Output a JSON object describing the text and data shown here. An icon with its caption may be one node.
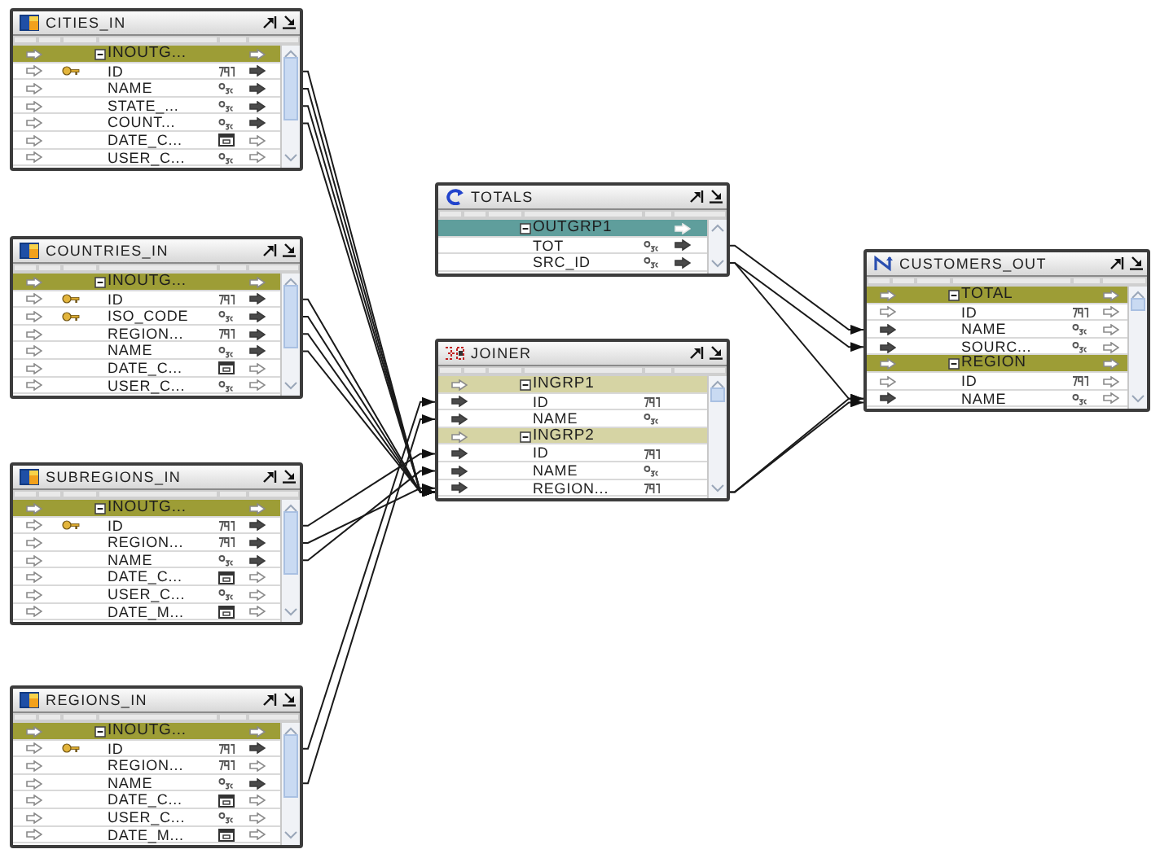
{
  "diagram": {
    "nodes": [
      {
        "text": [
          "CITIES_IN"
        ]
      },
      {
        "text": [
          "INOUTG..."
        ],
        "in": 0
      },
      {
        "text": [
          "ID"
        ],
        "in": 0
      },
      {
        "text": [
          "NAME"
        ],
        "in": 0
      },
      {
        "text": [
          "STATE_..."
        ],
        "in": 0
      },
      {
        "text": [
          "COUNT..."
        ],
        "in": 0
      },
      {
        "text": [
          "DATE_C..."
        ],
        "in": 0
      },
      {
        "text": [
          "USER_C..."
        ],
        "in": 0
      },
      {
        "text": [
          "COUNTRIES_IN"
        ]
      },
      {
        "text": [
          "INOUTG..."
        ],
        "in": 8
      },
      {
        "text": [
          "ID"
        ],
        "in": 8
      },
      {
        "text": [
          "ISO_CODE"
        ],
        "in": 8
      },
      {
        "text": [
          "REGION..."
        ],
        "in": 8
      },
      {
        "text": [
          "NAME"
        ],
        "in": 8
      },
      {
        "text": [
          "DATE_C..."
        ],
        "in": 8
      },
      {
        "text": [
          "USER_C..."
        ],
        "in": 8
      },
      {
        "text": [
          "SUBREGIONS_IN"
        ]
      },
      {
        "text": [
          "INOUTG..."
        ],
        "in": 16
      },
      {
        "text": [
          "ID"
        ],
        "in": 16
      },
      {
        "text": [
          "REGION..."
        ],
        "in": 16
      },
      {
        "text": [
          "NAME"
        ],
        "in": 16
      },
      {
        "text": [
          "DATE_C..."
        ],
        "in": 16
      },
      {
        "text": [
          "USER_C..."
        ],
        "in": 16
      },
      {
        "text": [
          "DATE_M..."
        ],
        "in": 16
      },
      {
        "text": [
          "REGIONS_IN"
        ]
      },
      {
        "text": [
          "INOUTG..."
        ],
        "in": 24
      },
      {
        "text": [
          "ID"
        ],
        "in": 24
      },
      {
        "text": [
          "REGION..."
        ],
        "in": 24
      },
      {
        "text": [
          "NAME"
        ],
        "in": 24
      },
      {
        "text": [
          "DATE_C..."
        ],
        "in": 24
      },
      {
        "text": [
          "USER_C..."
        ],
        "in": 24
      },
      {
        "text": [
          "DATE_M..."
        ],
        "in": 24
      },
      {
        "text": [
          "TOTALS"
        ]
      },
      {
        "text": [
          "OUTGRP1"
        ],
        "in": 32
      },
      {
        "text": [
          "TOT"
        ],
        "in": 32
      },
      {
        "text": [
          "SRC_ID"
        ],
        "in": 32
      },
      {
        "text": [
          "JOINER"
        ]
      },
      {
        "text": [
          "INGRP1"
        ],
        "in": 36
      },
      {
        "text": [
          "ID"
        ],
        "in": 36
      },
      {
        "text": [
          "NAME"
        ],
        "in": 36
      },
      {
        "text": [
          "INGRP2"
        ],
        "in": 36
      },
      {
        "text": [
          "ID"
        ],
        "in": 36
      },
      {
        "text": [
          "NAME"
        ],
        "in": 36
      },
      {
        "text": [
          "REGION..."
        ],
        "in": 36
      },
      {
        "text": [
          "CUSTOMERS_OUT"
        ]
      },
      {
        "text": [
          "TOTAL"
        ],
        "in": 44
      },
      {
        "text": [
          "ID"
        ],
        "in": 44
      },
      {
        "text": [
          "NAME"
        ],
        "in": 44
      },
      {
        "text": [
          "SOURC..."
        ],
        "in": 44
      },
      {
        "text": [
          "REGION"
        ],
        "in": 44
      },
      {
        "text": [
          "ID"
        ],
        "in": 44
      },
      {
        "text": [
          "NAME"
        ],
        "in": 44
      }
    ],
    "edges": [
      {
        "from": 2,
        "to": 36,
        "arrow": "to"
      },
      {
        "from": 3,
        "to": 36,
        "arrow": "to"
      },
      {
        "from": 4,
        "to": 36,
        "arrow": "to"
      },
      {
        "from": 5,
        "to": 36,
        "arrow": "to"
      },
      {
        "from": 10,
        "to": 36,
        "arrow": "to"
      },
      {
        "from": 11,
        "to": 36,
        "arrow": "to"
      },
      {
        "from": 12,
        "to": 36,
        "arrow": "to"
      },
      {
        "from": 13,
        "to": 36,
        "arrow": "to"
      },
      {
        "from": 18,
        "to": 41,
        "arrow": "to"
      },
      {
        "from": 19,
        "to": 43,
        "arrow": "to"
      },
      {
        "from": 20,
        "to": 42,
        "arrow": "to"
      },
      {
        "from": 26,
        "to": 38,
        "arrow": "to"
      },
      {
        "from": 28,
        "to": 39,
        "arrow": "to"
      },
      {
        "from": 34,
        "to": 47,
        "arrow": "to"
      },
      {
        "from": 35,
        "to": 48,
        "arrow": "to"
      },
      {
        "from": 35,
        "to": 51,
        "arrow": "to"
      },
      {
        "from": 36,
        "to": 51,
        "arrow": "to"
      },
      {
        "from": 36,
        "to": 44,
        "arrow": "to"
      }
    ]
  }
}
